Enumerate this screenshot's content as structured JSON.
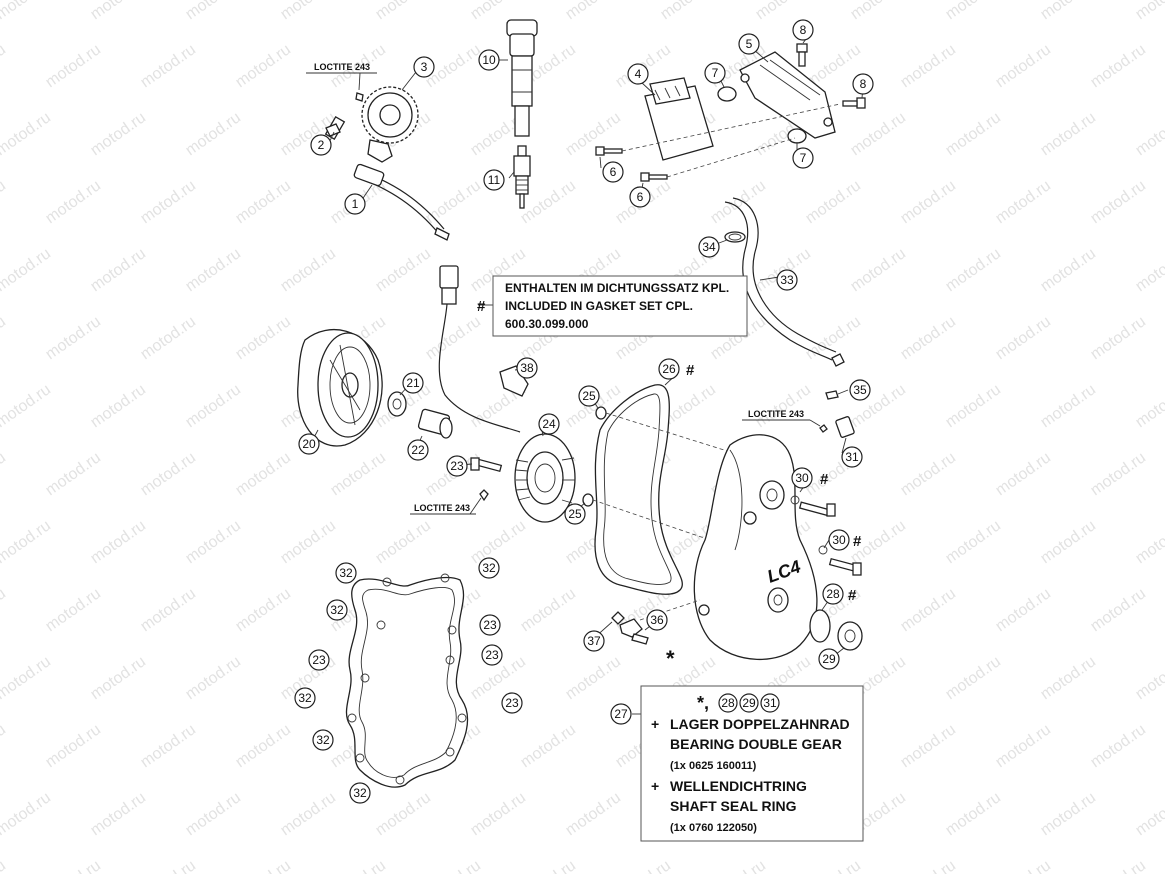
{
  "watermark": "motod.ru",
  "callouts": [
    {
      "n": "1"
    },
    {
      "n": "2"
    },
    {
      "n": "3"
    },
    {
      "n": "4"
    },
    {
      "n": "5"
    },
    {
      "n": "6"
    },
    {
      "n": "6"
    },
    {
      "n": "7"
    },
    {
      "n": "7"
    },
    {
      "n": "8"
    },
    {
      "n": "8"
    },
    {
      "n": "10"
    },
    {
      "n": "11"
    },
    {
      "n": "20"
    },
    {
      "n": "21"
    },
    {
      "n": "22"
    },
    {
      "n": "23"
    },
    {
      "n": "24"
    },
    {
      "n": "25"
    },
    {
      "n": "25"
    },
    {
      "n": "26"
    },
    {
      "n": "27"
    },
    {
      "n": "28"
    },
    {
      "n": "29"
    },
    {
      "n": "30"
    },
    {
      "n": "30"
    },
    {
      "n": "31"
    },
    {
      "n": "32"
    },
    {
      "n": "32"
    },
    {
      "n": "32"
    },
    {
      "n": "32"
    },
    {
      "n": "32"
    },
    {
      "n": "32"
    },
    {
      "n": "23"
    },
    {
      "n": "23"
    },
    {
      "n": "23"
    },
    {
      "n": "23"
    },
    {
      "n": "33"
    },
    {
      "n": "34"
    },
    {
      "n": "35"
    },
    {
      "n": "36"
    },
    {
      "n": "37"
    },
    {
      "n": "38"
    }
  ],
  "loctite_notes": [
    "LOCTITE 243",
    "LOCTITE 243",
    "LOCTITE 243"
  ],
  "gasket_box": {
    "mark": "#",
    "lines": [
      "ENTHALTEN IM DICHTUNGSSATZ KPL.",
      "INCLUDED IN GASKET SET CPL.",
      "600.30.099.000"
    ]
  },
  "hash_marks": [
    "#",
    "#",
    "#",
    "#"
  ],
  "asterisk": "*",
  "kit_box": {
    "header_star": "*,",
    "header_refs": [
      "28",
      "29",
      "31"
    ],
    "items": [
      {
        "plus": "+",
        "de": "LAGER DOPPELZAHNRAD",
        "en": "BEARING  DOUBLE GEAR",
        "code": "(1x  0625 160011)"
      },
      {
        "plus": "+",
        "de": "WELLENDICHTRING",
        "en": "SHAFT SEAL RING",
        "code": "(1x  0760 122050)"
      }
    ]
  },
  "cover_logo": "LC4"
}
